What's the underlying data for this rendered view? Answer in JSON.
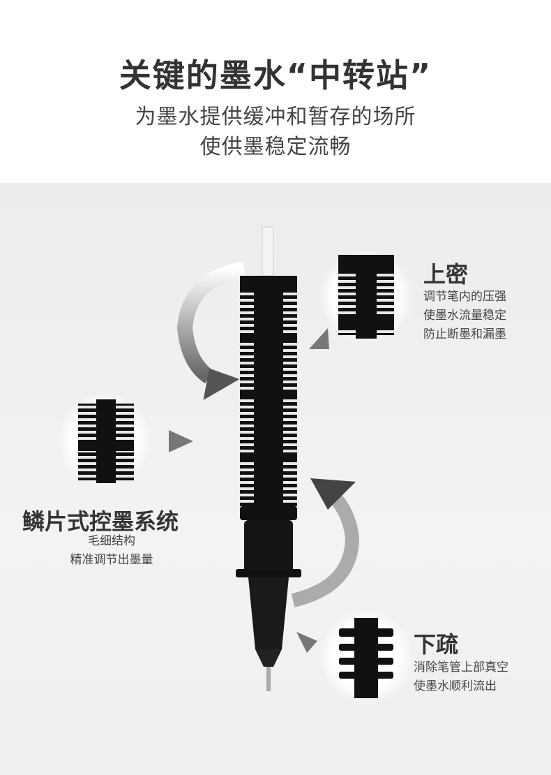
{
  "header": {
    "title": "关键的墨水“中转站”",
    "subtitle_lines": [
      "为墨水提供缓冲和暂存的场所",
      "使供墨稳定流畅"
    ]
  },
  "features": [
    {
      "title": "上密",
      "lines": [
        "调节笔内的压强",
        "使墨水流量稳定",
        "防止断墨和漏墨"
      ]
    },
    {
      "title": "鳞片式控墨系统",
      "lines": [
        "毛细结构",
        "精准调节出墨量"
      ]
    },
    {
      "title": "下疏",
      "lines": [
        "消除笔管上部真空",
        "使墨水顺利流出"
      ]
    }
  ]
}
